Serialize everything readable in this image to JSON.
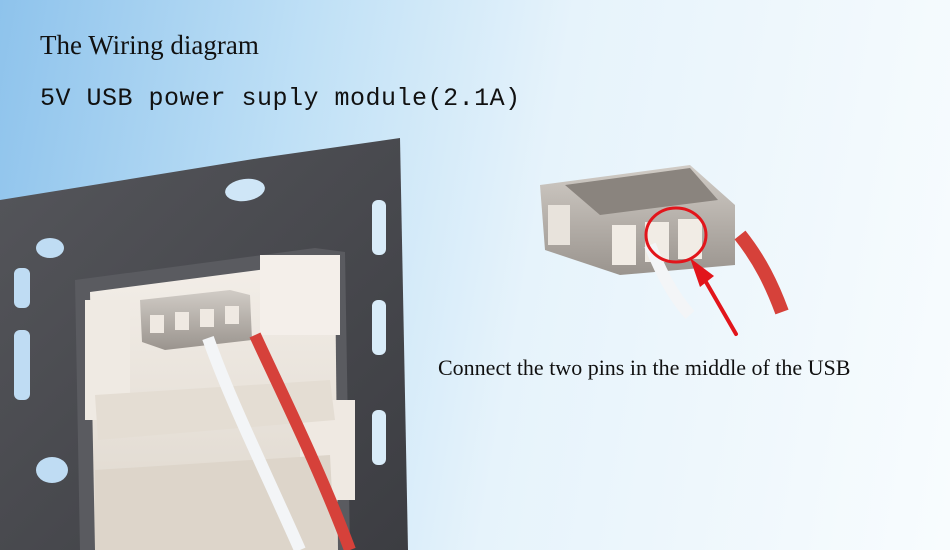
{
  "page": {
    "title": "The Wiring diagram",
    "subtitle": "5V USB power suply module(2.1A)",
    "caption": "Connect the two pins in the middle of the USB"
  },
  "colors": {
    "background_left": "#8ec3ec",
    "background_right": "#f8fcfe",
    "plate": "#4a4b50",
    "socket_body": "#ece6de",
    "usb_metal": "#b7b1ab",
    "wire_red": "#d6413a",
    "wire_white": "#f4f6f8",
    "highlight_red": "#e2151b"
  }
}
